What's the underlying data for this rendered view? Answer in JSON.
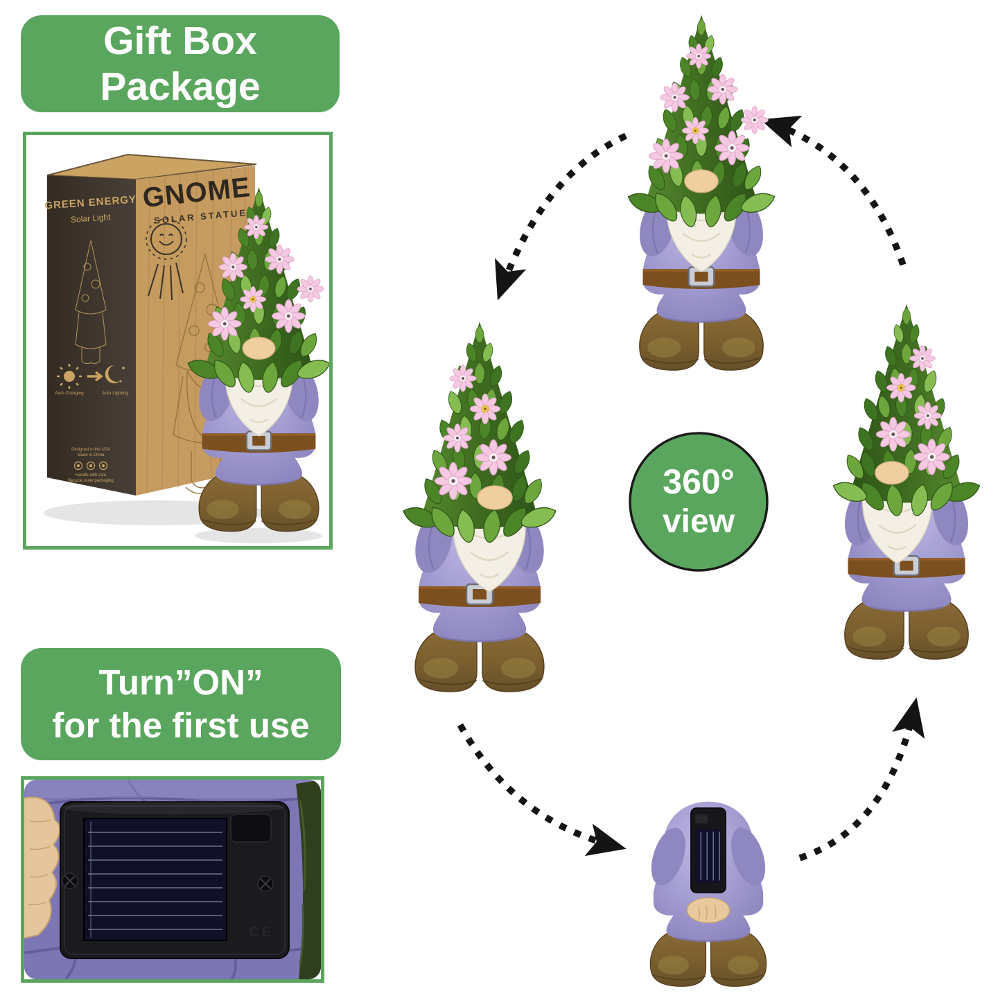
{
  "page": {
    "background": "#ffffff"
  },
  "colors": {
    "accent_green": "#5BA65E",
    "arrow_black": "#141414",
    "kraft_tan": "#C59B5F",
    "box_dark_brown": "#342B22",
    "box_gold": "#C9A464",
    "coat_purple": "#9B94CB",
    "beard_white": "#F3EFE4",
    "leaf_green": "#4C8428",
    "flower_pink": "#F2C4DF",
    "boot_brown": "#7D5E2F",
    "resin_purple": "#7C76B5"
  },
  "icons": {
    "rotation_arrow": "dashed-curved-arrow",
    "sun": "sun-icon",
    "moon": "moon-icon",
    "smiling_sun": "smiling-sun-doodle",
    "screw": "screw-icon"
  },
  "banners": {
    "gift_box": {
      "label": "Gift Box Package"
    },
    "turn_on": {
      "line1": "Turn”ON”",
      "line2": "for the first use"
    }
  },
  "badge": {
    "degrees": "360°",
    "label": "view"
  },
  "gift_box_photo": {
    "box_side_panel": {
      "brand": "GREEN ENERGY",
      "product": "Solar Light",
      "day_caption": "Auto Charging",
      "night_caption": "Auto Lighting",
      "fine_print": [
        "Designed in the USA",
        "Made in China",
        "Handle with care",
        "Recycle outer packaging"
      ]
    },
    "box_front_panel": {
      "title": "GNOME",
      "subtitle": "SOLAR STATUE"
    }
  },
  "solar_photo": {
    "ce_mark": "CE"
  }
}
